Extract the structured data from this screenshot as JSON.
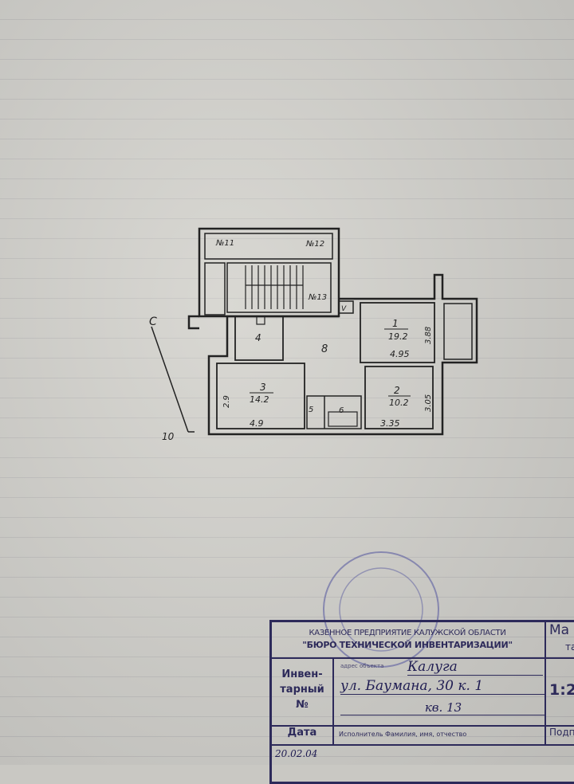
{
  "plan": {
    "compass_label": "С",
    "scale_marker": "10",
    "stair_labels": [
      "№11",
      "№12",
      "№13"
    ],
    "rooms": [
      {
        "number": "1",
        "area": "19.2",
        "width": "4.95",
        "length": "3.88"
      },
      {
        "number": "2",
        "area": "10.2",
        "width": "3.35",
        "length": "3.05"
      },
      {
        "number": "3",
        "area": "14.2",
        "width": "4.9",
        "length": "2.9"
      },
      {
        "number": "4"
      },
      {
        "number": "5"
      },
      {
        "number": "6"
      },
      {
        "number": "8"
      }
    ],
    "shaft_label": "V"
  },
  "stamp": {
    "org_line1": "КАЗЕННОЕ ПРЕДПРИЯТИЕ КАЛУЖСКОЙ ОБЛАСТИ",
    "org_line2": "\"БЮРО ТЕХНИЧЕСКОЙ ИНВЕНТАРИЗАЦИИ\"",
    "right_top_1": "Ма",
    "right_top_2": "та",
    "inventory_label_1": "Инвен-",
    "inventory_label_2": "тарный",
    "inventory_label_3": "№",
    "address_caption": "адрес объекта",
    "address_city": "Калуга",
    "address_street": "ул. Баумана, 30 к. 1",
    "address_apt": "кв. 13",
    "scale": "1:2",
    "date_label": "Дата",
    "executor_label": "Исполнитель  Фамилия, имя, отчество",
    "sign_label": "Подп",
    "date_value": "20.02.04"
  }
}
